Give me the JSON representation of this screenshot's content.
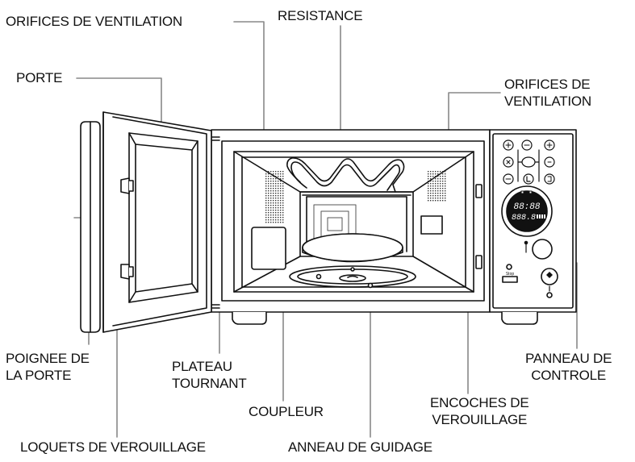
{
  "labels": {
    "vent_top_left": "ORIFICES DE VENTILATION",
    "resistance": "RESISTANCE",
    "porte": "PORTE",
    "vent_right_1": "ORIFICES DE",
    "vent_right_2": "VENTILATION",
    "handle_1": "POIGNEE DE",
    "handle_2": "LA PORTE",
    "plateau_1": "PLATEAU",
    "plateau_2": "TOURNANT",
    "coupleur": "COUPLEUR",
    "encoches_1": "ENCOCHES DE",
    "encoches_2": "VEROUILLAGE",
    "panneau_1": "PANNEAU DE",
    "panneau_2": "CONTROLE",
    "loquets": "LOQUETS DE VEROUILLAGE",
    "anneau": "ANNEAU DE GUIDAGE"
  },
  "panel": {
    "display_top": "88:88",
    "display_bottom": "888.8",
    "stop_button": "Stop"
  }
}
